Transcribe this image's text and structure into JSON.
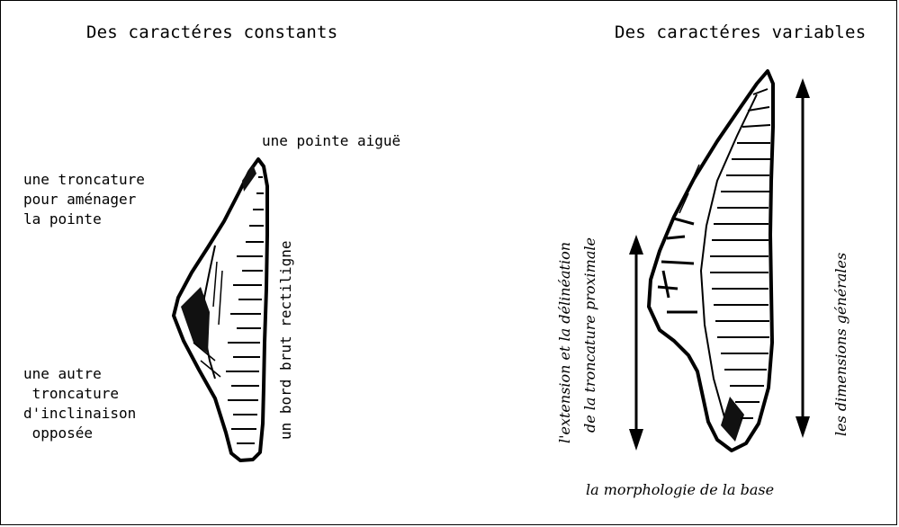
{
  "left": {
    "title": "Des caractéres constants",
    "tip_label": "une pointe aiguë",
    "truncation_label": "une troncature\npour aménager\nla pointe",
    "edge_label": "un bord brut rectiligne",
    "other_truncation_label": "une autre\n troncature\nd'inclinaison\n opposée"
  },
  "right": {
    "title": "Des caractéres variables",
    "proximal_label_line1": "l'extension et la délinéation",
    "proximal_label_line2": "de la troncature proximale",
    "dimensions_label": "les dimensions générales",
    "base_label": "la morphologie de la base"
  }
}
